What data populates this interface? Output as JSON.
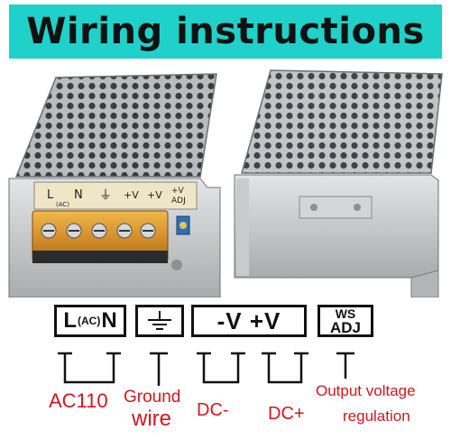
{
  "header": {
    "title": "Wiring instructions",
    "background": "#1fd1c9"
  },
  "photo": {
    "terminal_labels": [
      "L",
      "N",
      "(AC)",
      "⏚",
      "+V",
      "+V",
      "+V",
      "ADJ"
    ]
  },
  "terminals": {
    "ln": {
      "left": "L",
      "middle": "(AC)",
      "right": "N"
    },
    "ground": {
      "icon": "ground-icon"
    },
    "voltage": {
      "text": "-V +V"
    },
    "adjust": {
      "top": "WS",
      "bottom": "ADJ"
    }
  },
  "labels": {
    "ac": "AC110",
    "ground_line1": "Ground",
    "ground_line2": "wire",
    "dc_minus": "DC-",
    "dc_plus": "DC+",
    "output_line1": "Output voltage",
    "output_line2": "regulation"
  },
  "colors": {
    "label_red": "#d4161c",
    "banner": "#1fd1c9"
  }
}
